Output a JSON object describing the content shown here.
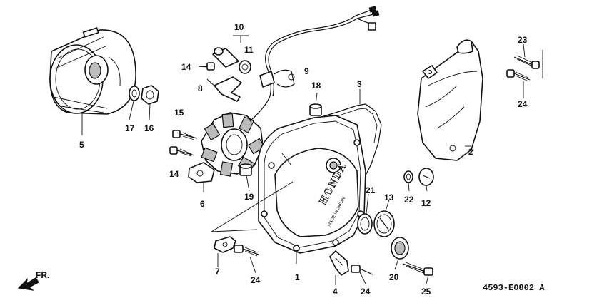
{
  "callouts": [
    {
      "id": "c1",
      "label": "1"
    },
    {
      "id": "c2",
      "label": "2"
    },
    {
      "id": "c3",
      "label": "3"
    },
    {
      "id": "c4",
      "label": "4"
    },
    {
      "id": "c5",
      "label": "5"
    },
    {
      "id": "c6",
      "label": "6"
    },
    {
      "id": "c7",
      "label": "7"
    },
    {
      "id": "c8",
      "label": "8"
    },
    {
      "id": "c9",
      "label": "9"
    },
    {
      "id": "c10",
      "label": "10"
    },
    {
      "id": "c11",
      "label": "11"
    },
    {
      "id": "c12",
      "label": "12"
    },
    {
      "id": "c13",
      "label": "13"
    },
    {
      "id": "c14a",
      "label": "14"
    },
    {
      "id": "c14b",
      "label": "14"
    },
    {
      "id": "c15",
      "label": "15"
    },
    {
      "id": "c16",
      "label": "16"
    },
    {
      "id": "c17",
      "label": "17"
    },
    {
      "id": "c18",
      "label": "18"
    },
    {
      "id": "c19",
      "label": "19"
    },
    {
      "id": "c20",
      "label": "20"
    },
    {
      "id": "c21",
      "label": "21"
    },
    {
      "id": "c22",
      "label": "22"
    },
    {
      "id": "c23",
      "label": "23"
    },
    {
      "id": "c24a",
      "label": "24"
    },
    {
      "id": "c24b",
      "label": "24"
    },
    {
      "id": "c24c",
      "label": "24"
    },
    {
      "id": "c25",
      "label": "25"
    }
  ],
  "direction_label": "FR.",
  "diagram_code": "4593-E0802 A",
  "cover_brand": "HONDA",
  "cover_stamp": "MADE IN JAPAN"
}
